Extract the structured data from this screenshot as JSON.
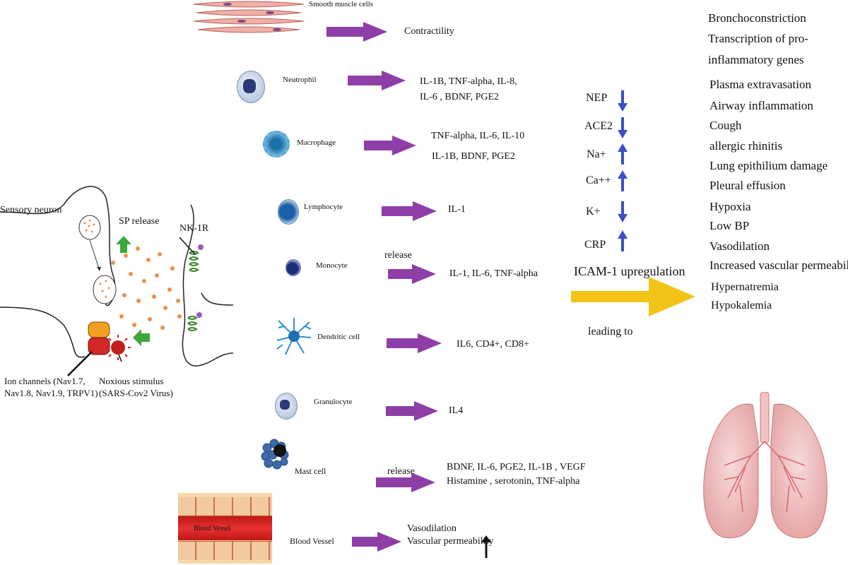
{
  "cells": [
    {
      "id": "smooth-muscle",
      "label": "Smooth muscle cells",
      "targets": [
        "Contractility"
      ]
    },
    {
      "id": "neutrophil",
      "label": "Neutrophil",
      "targets": [
        "IL-1B, TNF-alpha, IL-8,",
        "IL-6 , BDNF, PGE2"
      ]
    },
    {
      "id": "macrophage",
      "label": "Macrophage",
      "targets": [
        "TNF-alpha, IL-6, IL-10",
        "IL-1B, BDNF, PGE2"
      ]
    },
    {
      "id": "lymphocyte",
      "label": "Lymphocyte",
      "targets": [
        "IL-1"
      ]
    },
    {
      "id": "monocyte",
      "label": "Monocyte",
      "pre": "release",
      "targets": [
        "IL-1, IL-6, TNF-alpha"
      ]
    },
    {
      "id": "dendritic",
      "label": "Dendritic cell",
      "targets": [
        "IL6, CD4+, CD8+"
      ]
    },
    {
      "id": "granulocyte",
      "label": "Granulocyte",
      "targets": [
        "IL4"
      ]
    },
    {
      "id": "mast",
      "label": "Mast cell",
      "pre": "release",
      "targets": [
        "BDNF, IL-6, PGE2, IL-1B , VEGF",
        "Histamine , serotonin, TNF-alpha"
      ]
    },
    {
      "id": "blood-vessel",
      "label": "Blood Vessel",
      "image_label": "Blood Vessel",
      "targets": [
        "Vasodilation",
        "Vascular permeability"
      ]
    }
  ],
  "neuron": {
    "sensory_label": "Sensory neuron",
    "sp_label": "SP release",
    "receptor_label": "NK-1R",
    "ion_label": [
      "Ion channels (Nav1.7,",
      "Nav1.8, Nav1.9, TRPV1)"
    ],
    "stimulus_label": [
      "Noxious stimulus",
      "(SARS-Cov2 Virus)"
    ]
  },
  "markers": [
    {
      "name": "NEP",
      "direction": "down"
    },
    {
      "name": "ACE2",
      "direction": "down"
    },
    {
      "name": "Na+",
      "direction": "up"
    },
    {
      "name": "Ca++",
      "direction": "up"
    },
    {
      "name": "K+",
      "direction": "down"
    },
    {
      "name": "CRP",
      "direction": "up"
    }
  ],
  "icam_label": "ICAM-1 upregulation",
  "leading_label": "leading to",
  "outcomes": [
    "Bronchoconstriction",
    "Transcription of pro-",
    "inflammatory genes",
    "Plasma extravasation",
    "Airway inflammation",
    "Cough",
    "allergic rhinitis",
    "Lung epithilium   damage",
    "Pleural effusion",
    "Hypoxia",
    "Low BP",
    "Vasodilation",
    "Increased vascular permeability",
    "Hypernatremia",
    "Hypokalemia"
  ],
  "colors": {
    "purple_arrow": "#8e3fa7",
    "green_arrow": "#3aa83a",
    "blue_arrow": "#3b4fc4",
    "yellow_arrow": "#f2c418",
    "sp_dots": "#e8924a"
  }
}
